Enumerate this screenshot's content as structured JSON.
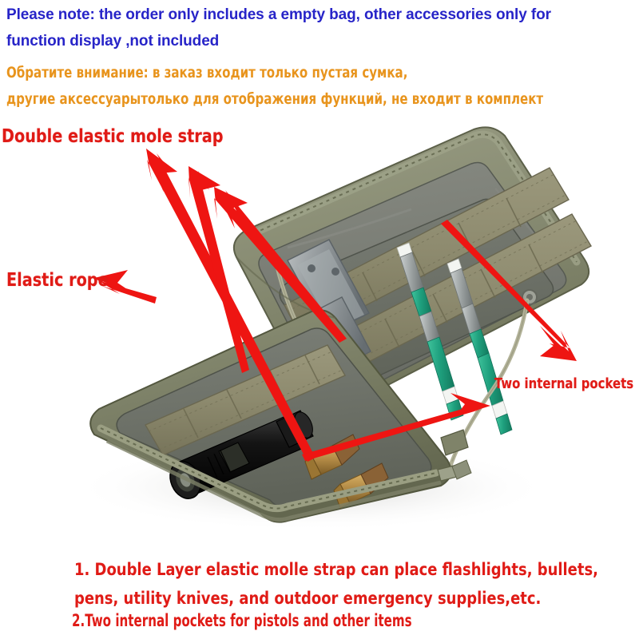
{
  "notes": {
    "english": [
      "Please note: the order only includes a empty bag, other accessories only  for",
      "function display ,not included"
    ],
    "russian": [
      "Обратите внимание: в заказ входит только пустая сумка,",
      "другие аксессуарытолько для отображения функций, не входит в комплект"
    ],
    "english_color": "#2724c8",
    "russian_color": "#e8941d"
  },
  "callouts": {
    "strap": "Double elastic mole strap",
    "rope": "Elastic rope",
    "pockets": "Two internal pockets",
    "color": "#e01b16"
  },
  "caption": {
    "line1": "1. Double Layer elastic molle strap can place flashlights, bullets,",
    "line2": "pens, utility knives, and outdoor emergency supplies,etc.",
    "line3": "2.Two internal pockets for pistols and other items",
    "color": "#e01b16"
  },
  "photo": {
    "alt": "Open olive-drab tactical MOLLE utility pouch with multitool, two green pens, black flashlight and brass bullets",
    "colors": {
      "background": "#ffffff",
      "shell_olive": "#878b72",
      "shell_olive_dark": "#6c7059",
      "lid_lining": "#7c7f77",
      "lid_lining_dark": "#6a6d66",
      "webbing_khaki": "#8d8a6e",
      "webbing_khaki_dark": "#7a7759",
      "elastic_cord": "#a9a98e",
      "zipper_tape": "#83876c",
      "pen_green": "#1fa07e",
      "pen_white": "#eef0ec",
      "pen_grey": "#9aa0a0",
      "tool_steel": "#9ba0a3",
      "tool_steel_dark": "#70777b",
      "flashlight_black": "#161616",
      "bullet_brass": "#b08844",
      "bullet_tip": "#8a6236",
      "grommet": "#a7a9a0",
      "shadow": "#d8d8d6"
    }
  }
}
